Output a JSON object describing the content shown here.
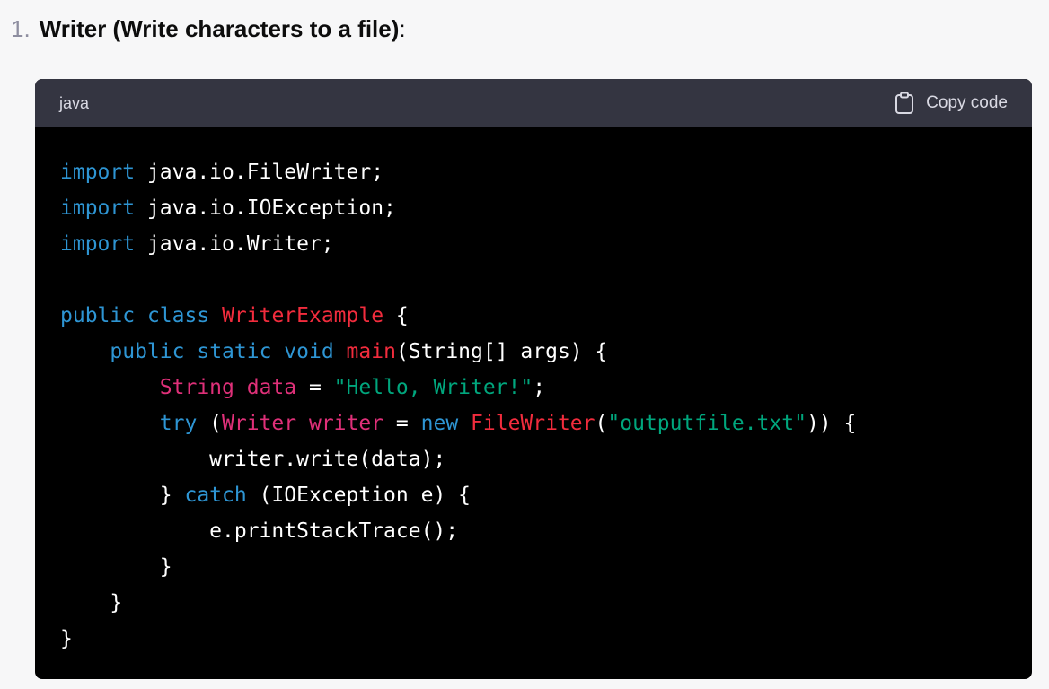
{
  "list_item": {
    "number": "1.",
    "title": "Writer (Write characters to a file)",
    "suffix": ":"
  },
  "code_block": {
    "language": "java",
    "copy_label": "Copy code",
    "copy_icon": "clipboard-icon",
    "lines": [
      [
        {
          "t": "import",
          "c": "kw"
        },
        {
          "t": " java.io.FileWriter;",
          "c": ""
        }
      ],
      [
        {
          "t": "import",
          "c": "kw"
        },
        {
          "t": " java.io.IOException;",
          "c": ""
        }
      ],
      [
        {
          "t": "import",
          "c": "kw"
        },
        {
          "t": " java.io.Writer;",
          "c": ""
        }
      ],
      [],
      [
        {
          "t": "public",
          "c": "kw"
        },
        {
          "t": " ",
          "c": ""
        },
        {
          "t": "class",
          "c": "kw"
        },
        {
          "t": " ",
          "c": ""
        },
        {
          "t": "WriterExample",
          "c": "cls"
        },
        {
          "t": " {",
          "c": ""
        }
      ],
      [
        {
          "t": "    ",
          "c": ""
        },
        {
          "t": "public",
          "c": "kw"
        },
        {
          "t": " ",
          "c": ""
        },
        {
          "t": "static",
          "c": "kw"
        },
        {
          "t": " ",
          "c": ""
        },
        {
          "t": "void",
          "c": "kw"
        },
        {
          "t": " ",
          "c": ""
        },
        {
          "t": "main",
          "c": "fn"
        },
        {
          "t": "(String[] args) {",
          "c": ""
        }
      ],
      [
        {
          "t": "        ",
          "c": ""
        },
        {
          "t": "String",
          "c": "typ"
        },
        {
          "t": " ",
          "c": ""
        },
        {
          "t": "data",
          "c": "typ"
        },
        {
          "t": " = ",
          "c": ""
        },
        {
          "t": "\"Hello, Writer!\"",
          "c": "str"
        },
        {
          "t": ";",
          "c": ""
        }
      ],
      [
        {
          "t": "        ",
          "c": ""
        },
        {
          "t": "try",
          "c": "kw"
        },
        {
          "t": " (",
          "c": ""
        },
        {
          "t": "Writer",
          "c": "typ"
        },
        {
          "t": " ",
          "c": ""
        },
        {
          "t": "writer",
          "c": "typ"
        },
        {
          "t": " = ",
          "c": ""
        },
        {
          "t": "new",
          "c": "kw"
        },
        {
          "t": " ",
          "c": ""
        },
        {
          "t": "FileWriter",
          "c": "fn"
        },
        {
          "t": "(",
          "c": ""
        },
        {
          "t": "\"outputfile.txt\"",
          "c": "str"
        },
        {
          "t": ")) {",
          "c": ""
        }
      ],
      [
        {
          "t": "            writer.write(data);",
          "c": ""
        }
      ],
      [
        {
          "t": "        } ",
          "c": ""
        },
        {
          "t": "catch",
          "c": "kw"
        },
        {
          "t": " (IOException e) {",
          "c": ""
        }
      ],
      [
        {
          "t": "            e.printStackTrace();",
          "c": ""
        }
      ],
      [
        {
          "t": "        }",
          "c": ""
        }
      ],
      [
        {
          "t": "    }",
          "c": ""
        }
      ],
      [
        {
          "t": "}",
          "c": ""
        }
      ]
    ]
  },
  "colors": {
    "keyword": "#2e95d3",
    "class_name": "#f22c3d",
    "type": "#df3079",
    "string": "#00a67d",
    "header_bg": "#343541",
    "code_bg": "#000000"
  }
}
